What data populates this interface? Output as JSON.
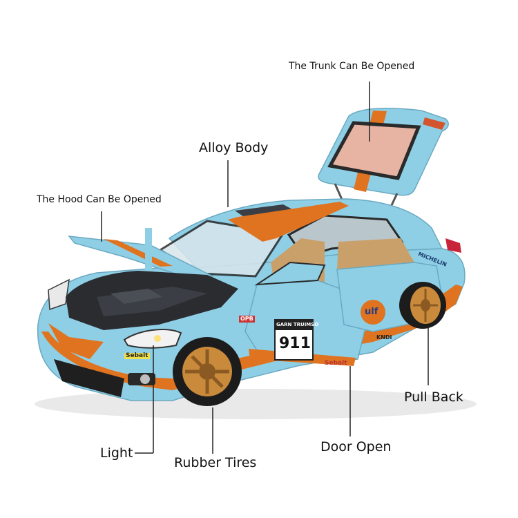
{
  "product": {
    "colors": {
      "body": "#8ecfe6",
      "stripe": "#e0731f",
      "rim": "#c98a3b",
      "tire": "#1c1c1c",
      "interior": "#c9a06a",
      "engine": "#2a2c30"
    },
    "plate_number": "911",
    "plate_header": "GARN TRUIMSO",
    "decal_hood": "Sebalt",
    "decal_rear": "MICHELIN",
    "decal_door": "Sebalt",
    "decal_sill": "KNDI",
    "decal_gulf": "ulf",
    "decal_opb": "OPB"
  },
  "callouts": {
    "trunk": "The Trunk Can Be Opened",
    "body": "Alloy Body",
    "hood": "The Hood Can Be Opened",
    "pullback": "Pull Back",
    "light": "Light",
    "tires": "Rubber Tires",
    "door": "Door Open"
  }
}
